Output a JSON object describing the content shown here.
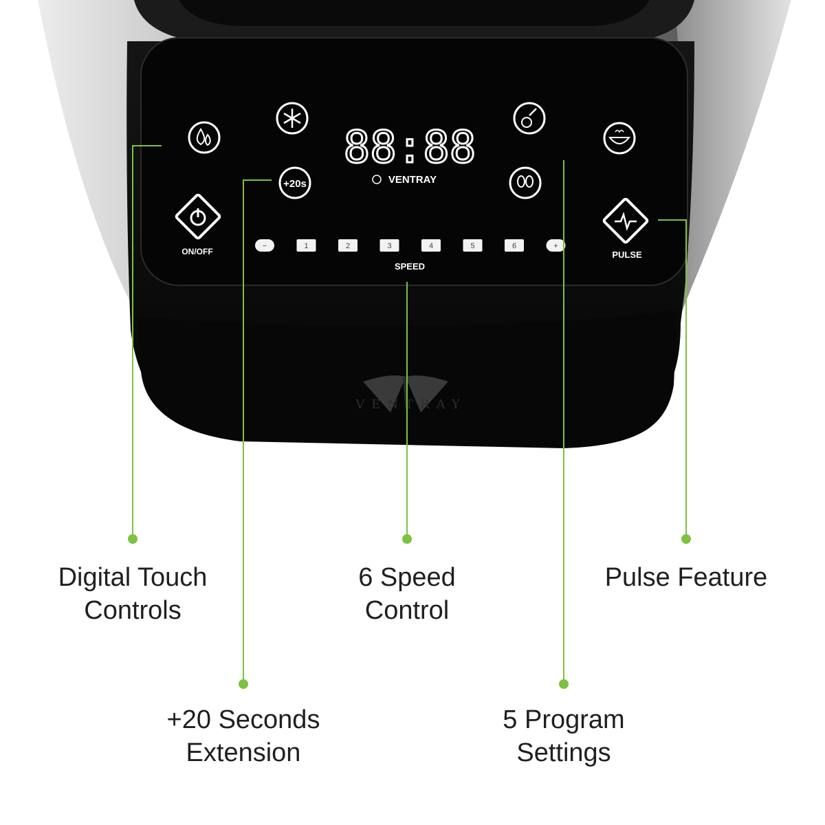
{
  "panel": {
    "display_digits": "88:88",
    "brand_small": "VENTRAY",
    "brand_base": "VENTRAY",
    "onoff_label": "ON/OFF",
    "pulse_label": "PULSE",
    "extension_label": "+20s",
    "speed_label": "SPEED",
    "speed_keys": [
      "−",
      "1",
      "2",
      "3",
      "4",
      "5",
      "6",
      "+"
    ]
  },
  "icons": {
    "left": [
      "drops-icon",
      "snowflake-icon",
      "plus-20s-icon",
      "power-icon"
    ],
    "right": [
      "vegetable-icon",
      "bowl-icon",
      "nuts-icon",
      "pulse-wave-icon"
    ]
  },
  "callouts": {
    "digital_touch": [
      "Digital Touch",
      "Controls"
    ],
    "plus20": [
      "+20 Seconds",
      "Extension"
    ],
    "speed": [
      "6 Speed",
      "Control"
    ],
    "program": [
      "5 Program",
      "Settings"
    ],
    "pulse": [
      "Pulse Feature"
    ]
  },
  "colors": {
    "accent_green": "#7dc242",
    "panel_black": "#050505",
    "body_steel": "#a9a9a9",
    "text_dark": "#1f1f1f"
  }
}
